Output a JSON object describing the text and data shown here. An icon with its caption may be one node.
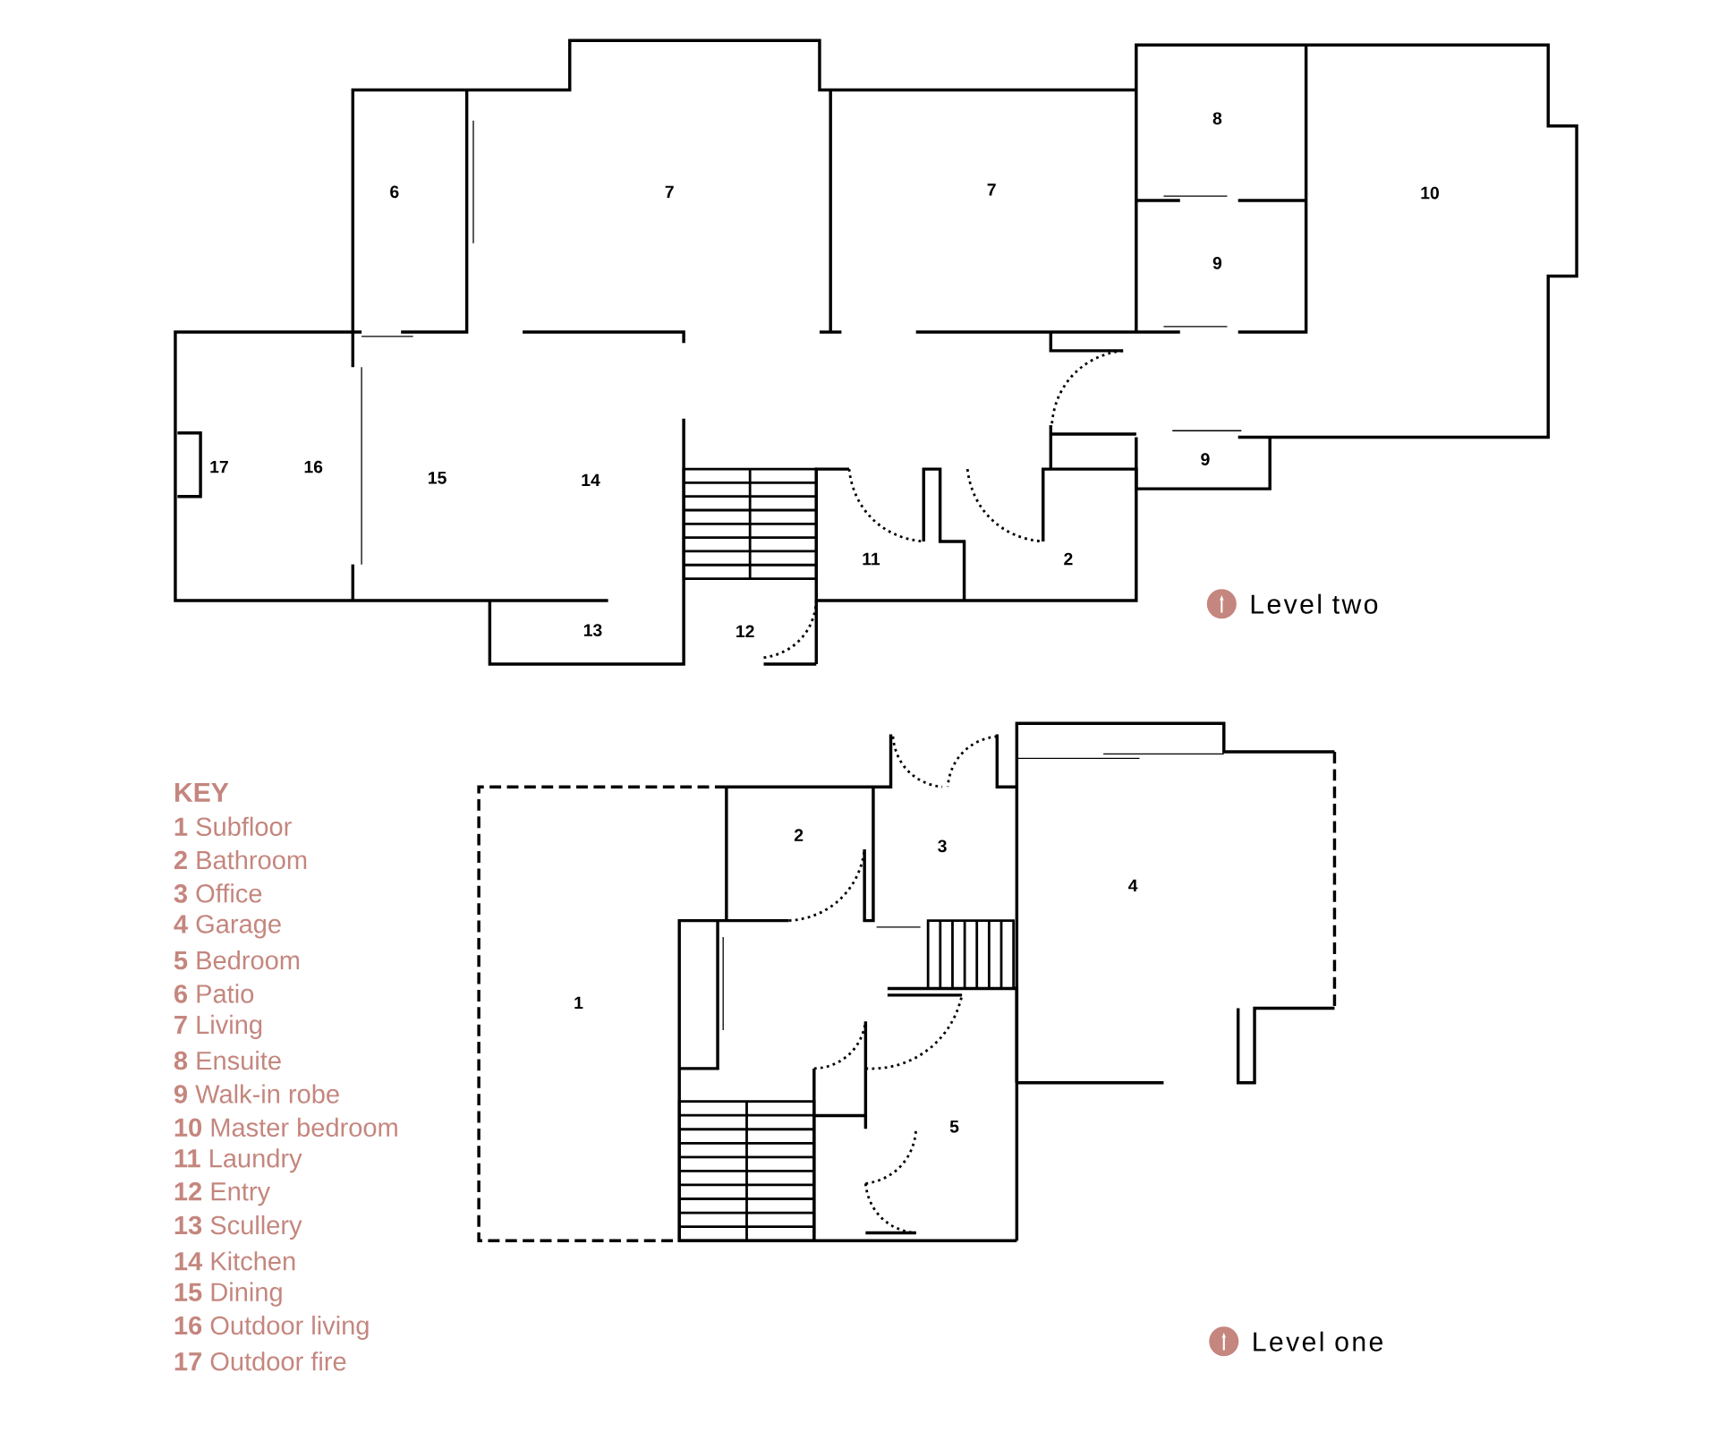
{
  "diagram": {
    "labels": [
      "7",
      "8",
      "6",
      "7",
      "10",
      "9",
      "9",
      "17",
      "16",
      "15",
      "14",
      "11",
      "2",
      "Level two",
      "13",
      "12",
      "KEY",
      "**1** Subfloor",
      "**2** Bathroom",
      "**3** Office",
      "**4** Garage",
      "**5** Bedroom",
      "**6** Patio",
      "**7** Living",
      "**8** Ensuite",
      "**9** Walk-in robe",
      "**10** Master bedroom",
      "**11** Laundry",
      "**12** Entry",
      "**13** Scullery",
      "**14** Kitchen",
      "**15** Dining",
      "**16** Outdoor living",
      "**17** Outdoor fire",
      "2",
      "3",
      "4",
      "1",
      "5",
      "Level one"
    ]
  }
}
